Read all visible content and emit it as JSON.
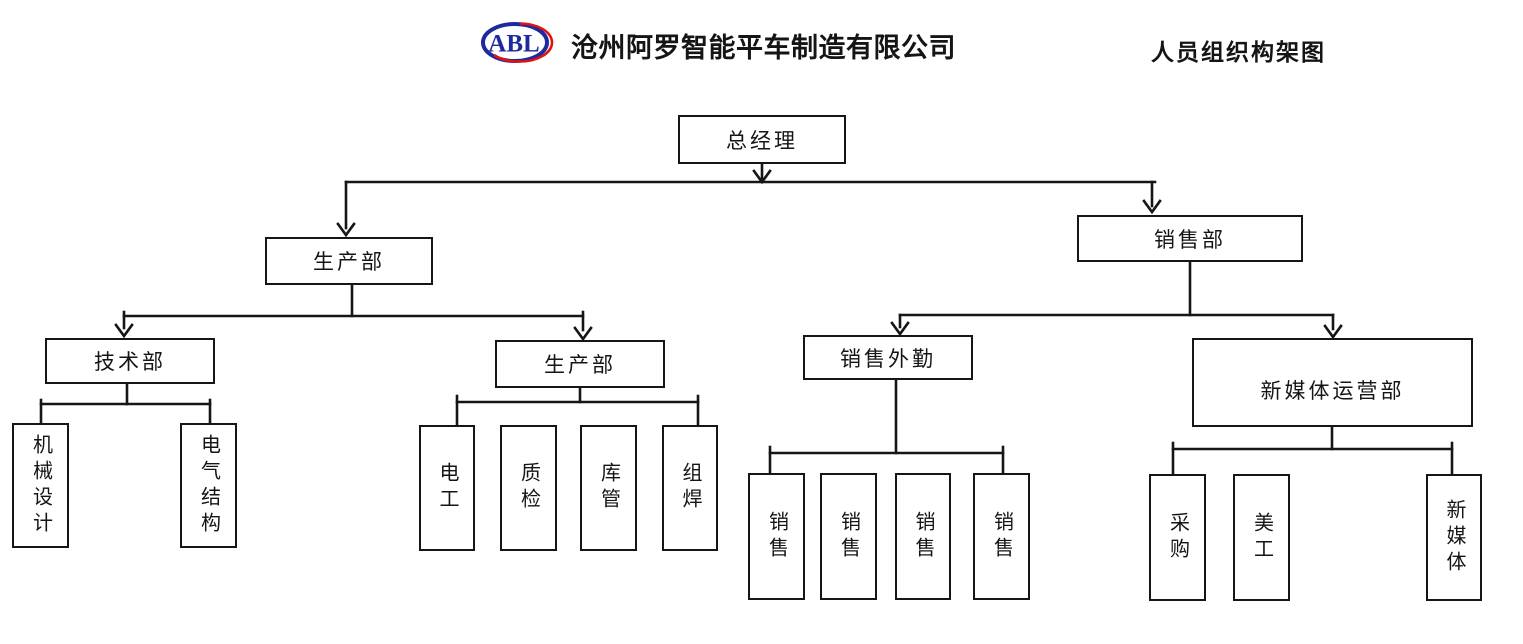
{
  "header": {
    "logo_text": "ABL",
    "logo_colors": {
      "blue": "#1c2a9e",
      "red": "#e01212"
    },
    "company_name": "沧州阿罗智能平车制造有限公司",
    "diagram_title": "人员组织构架图"
  },
  "org_chart": {
    "tree": {
      "label": "总经理",
      "children": [
        {
          "label": "生产部",
          "children": [
            {
              "label": "技术部",
              "children": [
                {
                  "label": "机械设计"
                },
                {
                  "label": "电气结构"
                }
              ]
            },
            {
              "label": "生产部",
              "children": [
                {
                  "label": "电工"
                },
                {
                  "label": "质检"
                },
                {
                  "label": "库管"
                },
                {
                  "label": "组焊"
                }
              ]
            }
          ]
        },
        {
          "label": "销售部",
          "children": [
            {
              "label": "销售外勤",
              "children": [
                {
                  "label": "销售"
                },
                {
                  "label": "销售"
                },
                {
                  "label": "销售"
                },
                {
                  "label": "销售"
                }
              ]
            },
            {
              "label": "新媒体运营部",
              "children": [
                {
                  "label": "采购"
                },
                {
                  "label": "美工"
                },
                {
                  "label": "新媒体"
                }
              ]
            }
          ]
        }
      ]
    }
  }
}
